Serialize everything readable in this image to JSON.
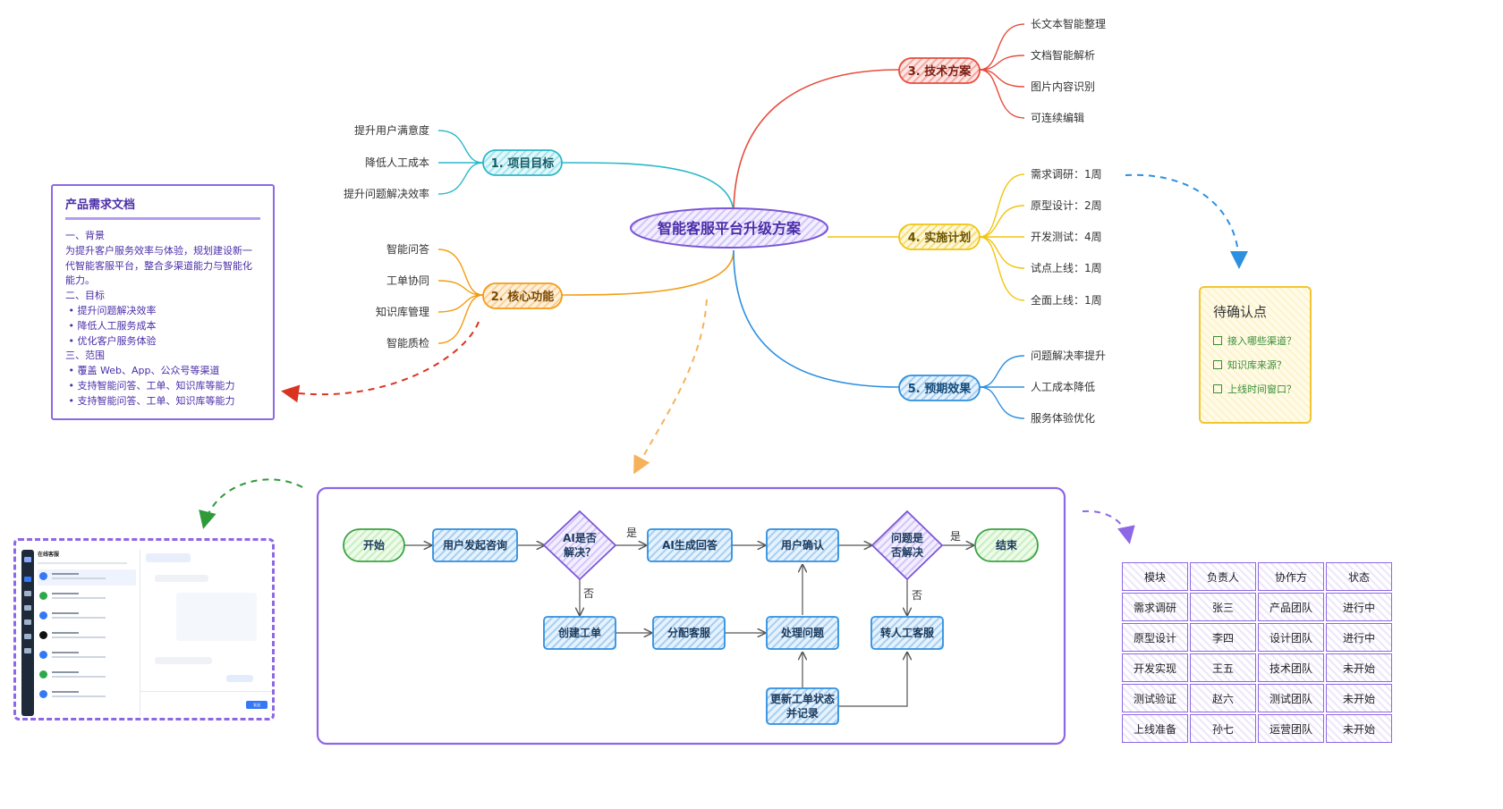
{
  "center": {
    "label": "智能客服平台升级方案"
  },
  "branches": [
    {
      "id": "b1",
      "label": "1. 项目目标",
      "color": "#2bb8c9",
      "fill": "#c9f1f6",
      "leaves": [
        "提升用户满意度",
        "降低人工成本",
        "提升问题解决效率"
      ]
    },
    {
      "id": "b2",
      "label": "2. 核心功能",
      "color": "#f39c12",
      "fill": "#fde3bf",
      "leaves": [
        "智能问答",
        "工单协同",
        "知识库管理",
        "智能质检"
      ]
    },
    {
      "id": "b3",
      "label": "3. 技术方案",
      "color": "#e74c3c",
      "fill": "#fbd0cc",
      "leaves": [
        "长文本智能整理",
        "文档智能解析",
        "图片内容识别",
        "可连续编辑"
      ]
    },
    {
      "id": "b4",
      "label": "4. 实施计划",
      "color": "#f1c40f",
      "fill": "#fdf0b5",
      "leaves": [
        "需求调研：1周",
        "原型设计：2周",
        "开发测试：4周",
        "试点上线：1周",
        "全面上线：1周"
      ]
    },
    {
      "id": "b5",
      "label": "5. 预期效果",
      "color": "#2d8fe0",
      "fill": "#cfe6fa",
      "leaves": [
        "问题解决率提升",
        "人工成本降低",
        "服务体验优化"
      ]
    }
  ],
  "doc": {
    "title": "产品需求文档",
    "lines": [
      "一、背景",
      "为提升客户服务效率与体验，规划建设新一",
      "代智能客服平台，整合多渠道能力与智能化",
      "能力。",
      "二、目标",
      " • 提升问题解决效率",
      " • 降低人工服务成本",
      " • 优化客户服务体验",
      "三、范围",
      " • 覆盖 Web、App、公众号等渠道",
      " • 支持智能问答、工单、知识库等能力",
      " • 支持智能问答、工单、知识库等能力"
    ]
  },
  "note": {
    "title": "待确认点",
    "items": [
      "接入哪些渠道？",
      "知识库来源？",
      "上线时间窗口？"
    ]
  },
  "flow": {
    "nodes": {
      "start": "开始",
      "consult": "用户发起咨询",
      "ai_solve": [
        "AI是否",
        "解决？"
      ],
      "ai_answer": "AI生成回答",
      "confirm": "用户确认",
      "solved": [
        "问题是",
        "否解决"
      ],
      "end": "结束",
      "create_ticket": "创建工单",
      "assign": "分配客服",
      "handle": "处理问题",
      "transfer": "转人工客服",
      "update": [
        "更新工单状态",
        "并记录"
      ]
    },
    "yes": "是",
    "no": "否"
  },
  "table": {
    "headers": [
      "模块",
      "负责人",
      "协作方",
      "状态"
    ],
    "rows": [
      [
        "需求调研",
        "张三",
        "产品团队",
        "进行中"
      ],
      [
        "原型设计",
        "李四",
        "设计团队",
        "进行中"
      ],
      [
        "开发实现",
        "王五",
        "技术团队",
        "未开始"
      ],
      [
        "测试验证",
        "赵六",
        "测试团队",
        "未开始"
      ],
      [
        "上线准备",
        "孙七",
        "运营团队",
        "未开始"
      ]
    ]
  },
  "mini": {
    "title": "在线客服",
    "send": "发送"
  }
}
